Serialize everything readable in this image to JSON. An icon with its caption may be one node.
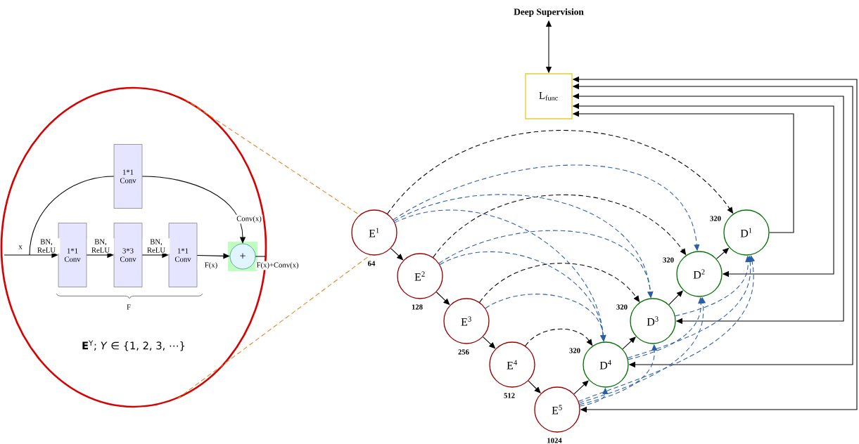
{
  "diagram": {
    "nodes": [
      {
        "text": [
          "Deep Supervision"
        ]
      },
      {
        "text": [
          "L$_{func}$"
        ]
      },
      {
        "text": [
          "E$^{1}$"
        ],
        "beside": [
          "64"
        ]
      },
      {
        "text": [
          "E$^{2}$"
        ],
        "beside": [
          "128"
        ]
      },
      {
        "text": [
          "E$^{3}$"
        ],
        "beside": [
          "256"
        ]
      },
      {
        "text": [
          "E$^{4}$"
        ],
        "beside": [
          "512"
        ]
      },
      {
        "text": [
          "E$^{5}$"
        ],
        "beside": [
          "1024"
        ]
      },
      {
        "text": [
          "D$^{4}$"
        ],
        "beside": [
          "320"
        ]
      },
      {
        "text": [
          "D$^{3}$"
        ],
        "beside": [
          "320"
        ]
      },
      {
        "text": [
          "D$^{2}$"
        ],
        "beside": [
          "320"
        ]
      },
      {
        "text": [
          "D$^{1}$"
        ],
        "beside": [
          "320"
        ]
      },
      {
        "text": [
          "**E**$^{Y}$;  *Y* ∈ {1, 2, 3, ⋯}"
        ]
      },
      {
        "text": [
          "1*1 Conv"
        ],
        "in": 11
      },
      {
        "text": [
          "1*1 Conv"
        ],
        "in": 11
      },
      {
        "text": [
          "3*3 Conv"
        ],
        "in": 11
      },
      {
        "text": [
          "1*1 Conv"
        ],
        "in": 11
      },
      {
        "text": [
          "+"
        ],
        "in": 11
      }
    ],
    "edges": [
      {
        "from": 0,
        "to": 1,
        "arrow": "both"
      },
      {
        "from": 2,
        "to": 3,
        "arrow": "to"
      },
      {
        "from": 3,
        "to": 4,
        "arrow": "to"
      },
      {
        "from": 4,
        "to": 5,
        "arrow": "to"
      },
      {
        "from": 5,
        "to": 6,
        "arrow": "to"
      },
      {
        "from": 6,
        "to": 7,
        "arrow": "to"
      },
      {
        "from": 7,
        "to": 8,
        "arrow": "to"
      },
      {
        "from": 8,
        "to": 9,
        "arrow": "to"
      },
      {
        "from": 9,
        "to": 10,
        "arrow": "to"
      },
      {
        "from": 10,
        "to": 1,
        "arrow": "to"
      },
      {
        "from": 9,
        "to": 1,
        "arrow": "both"
      },
      {
        "from": 8,
        "to": 1,
        "arrow": "both"
      },
      {
        "from": 7,
        "to": 1,
        "arrow": "both"
      },
      {
        "from": 6,
        "to": 1,
        "arrow": "both"
      },
      {
        "from": 2,
        "to": 10,
        "arrow": "to",
        "style": "dashed"
      },
      {
        "from": 3,
        "to": 9,
        "arrow": "to",
        "style": "dashed"
      },
      {
        "from": 4,
        "to": 8,
        "arrow": "to",
        "style": "dashed"
      },
      {
        "from": 5,
        "to": 7,
        "arrow": "to",
        "style": "dashed"
      },
      {
        "from": 2,
        "to": 9,
        "arrow": "to",
        "style": "dashed",
        "color": "#2b5ea7"
      },
      {
        "from": 2,
        "to": 8,
        "arrow": "to",
        "style": "dashed",
        "color": "#2b5ea7"
      },
      {
        "from": 2,
        "to": 7,
        "arrow": "to",
        "style": "dashed",
        "color": "#2b5ea7"
      },
      {
        "from": 3,
        "to": 8,
        "arrow": "to",
        "style": "dashed",
        "color": "#2b5ea7"
      },
      {
        "from": 3,
        "to": 7,
        "arrow": "to",
        "style": "dashed",
        "color": "#2b5ea7"
      },
      {
        "from": 4,
        "to": 7,
        "arrow": "to",
        "style": "dashed",
        "color": "#2b5ea7"
      },
      {
        "from": 6,
        "to": 7,
        "arrow": "to",
        "style": "dashed",
        "color": "#2b5ea7"
      },
      {
        "from": 6,
        "to": 8,
        "arrow": "to",
        "style": "dashed",
        "color": "#2b5ea7"
      },
      {
        "from": 6,
        "to": 9,
        "arrow": "to",
        "style": "dashed",
        "color": "#2b5ea7"
      },
      {
        "from": 6,
        "to": 10,
        "arrow": "to",
        "style": "dashed",
        "color": "#2b5ea7"
      },
      {
        "from": 7,
        "to": 9,
        "arrow": "to",
        "style": "dashed",
        "color": "#2b5ea7"
      },
      {
        "from": 7,
        "to": 10,
        "arrow": "to",
        "style": "dashed",
        "color": "#2b5ea7"
      },
      {
        "from": 8,
        "to": 10,
        "arrow": "to",
        "style": "dashed",
        "color": "#2b5ea7"
      },
      {
        "from": 11,
        "to": 2,
        "arrow": "none",
        "style": "dashed",
        "color": "#e8801e"
      },
      {
        "from": 11,
        "to": 2,
        "arrow": "none",
        "style": "dashed",
        "color": "#e8801e"
      },
      {
        "from": null,
        "to": 13,
        "arrow": "to",
        "label": "BN, ReLU"
      },
      {
        "from": null,
        "to": 12,
        "arrow": "none"
      },
      {
        "from": 12,
        "to": 16,
        "arrow": "to",
        "label": "Conv(x)"
      },
      {
        "from": 13,
        "to": 14,
        "arrow": "to",
        "label": "BN, ReLU"
      },
      {
        "from": 14,
        "to": 15,
        "arrow": "to",
        "label": "BN, ReLU"
      },
      {
        "from": 15,
        "to": 16,
        "arrow": "to",
        "label": "F(x)"
      },
      {
        "from": 16,
        "to": null,
        "arrow": "none",
        "label": "F(x)+Conv(x)"
      }
    ],
    "labels": [
      "x",
      "F"
    ]
  }
}
